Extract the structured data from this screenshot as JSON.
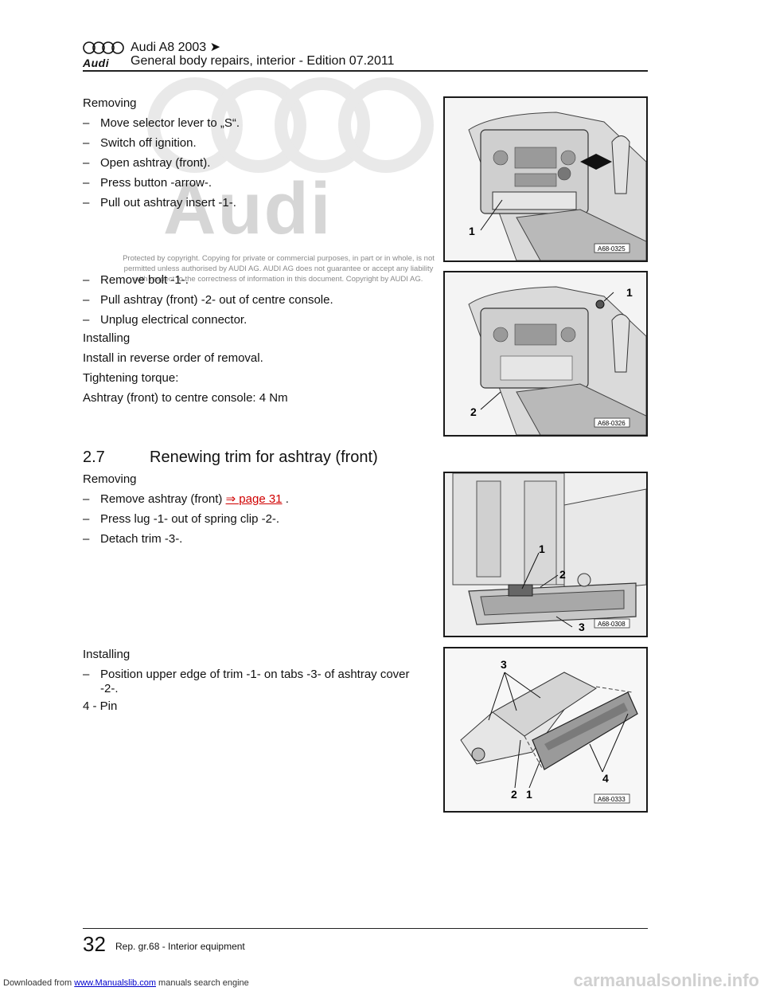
{
  "header": {
    "model": "Audi A8 2003 ➤",
    "title": "General body repairs, interior - Edition 07.2011",
    "logo_text": "Audi"
  },
  "watermark": {
    "brand": "Audi",
    "notice": "Protected by copyright. Copying for private or commercial purposes, in part or in whole, is not permitted unless authorised by AUDI AG. AUDI AG does not guarantee or accept any liability with respect to the correctness of information in this document. Copyright by AUDI AG."
  },
  "section1": {
    "removing": "Removing",
    "steps": [
      "Move selector lever to „S“.",
      "Switch off ignition.",
      "Open ashtray (front).",
      "Press button -arrow-.",
      "Pull out ashtray insert -1-."
    ],
    "steps2": [
      "Remove bolt -1-.",
      "Pull ashtray (front) -2- out of centre console.",
      "Unplug electrical connector."
    ],
    "installing": "Installing",
    "install_text": "Install in reverse order of removal.",
    "torque_label": "Tightening torque:",
    "torque_value": "Ashtray (front) to centre console: 4 Nm"
  },
  "section2": {
    "number": "2.7",
    "title": "Renewing trim for ashtray (front)",
    "removing": "Removing",
    "step1_text": "Remove ashtray (front)",
    "step1_link": "⇒ page 31",
    "step1_end": ".",
    "steps": [
      "Press lug -1- out of spring clip -2-.",
      "Detach trim -3-."
    ],
    "installing": "Installing",
    "install_step": "Position upper edge of trim -1- on tabs -3- of ashtray cover -2-.",
    "item4": "4 - Pin"
  },
  "figures": [
    {
      "code": "A68-0325",
      "callouts": [
        "1"
      ]
    },
    {
      "code": "A68-0326",
      "callouts": [
        "1",
        "2"
      ]
    },
    {
      "code": "A68-0308",
      "callouts": [
        "1",
        "2",
        "3"
      ]
    },
    {
      "code": "A68-0333",
      "callouts": [
        "3",
        "4",
        "2",
        "1"
      ]
    }
  ],
  "footer": {
    "page_number": "32",
    "chapter": "Rep. gr.68 - Interior equipment"
  },
  "download": {
    "prefix": "Downloaded from",
    "link": "www.Manualslib.com",
    "suffix": "manuals search engine",
    "online_mark": "carmanualsonline.info"
  }
}
